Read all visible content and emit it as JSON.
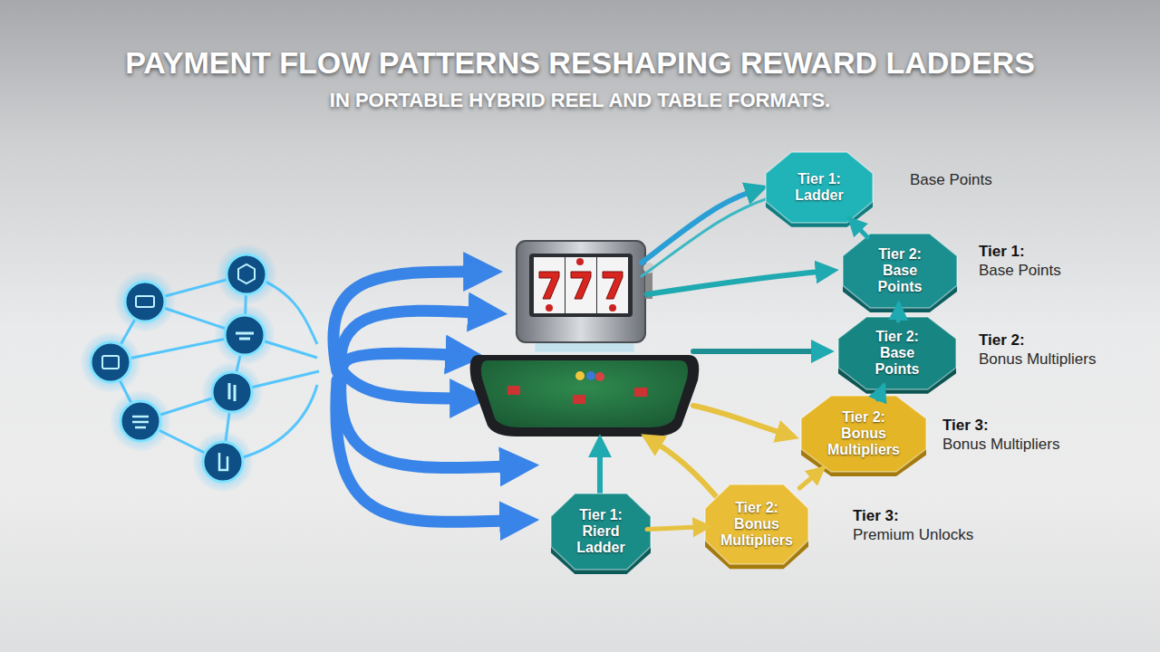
{
  "diagram": {
    "title": "PAYMENT FLOW PATTERNS RESHAPING REWARD LADDERS",
    "nodes": [
      {
        "text": [
          "Tier 1: Ladder"
        ]
      },
      {
        "text": [
          "Tier 2: Base Points"
        ]
      },
      {
        "text": [
          "Tier 2: Base Points"
        ]
      },
      {
        "text": [
          "Tier 2: Bonus Multipliers"
        ]
      },
      {
        "text": [
          "Tier 1: Rierd Ladder"
        ]
      },
      {
        "text": [
          "Tier 2: Bonus Multipliers"
        ]
      }
    ],
    "edges": [
      {
        "from": 2,
        "to": 1,
        "arrow": "to"
      },
      {
        "from": 1,
        "to": 0,
        "arrow": "to"
      },
      {
        "from": 3,
        "to": 2,
        "arrow": "to"
      },
      {
        "from": 5,
        "to": 3,
        "arrow": "to"
      },
      {
        "from": 4,
        "to": 5,
        "arrow": "to"
      }
    ],
    "labels": [
      "IN PORTABLE HYBRID REEL AND TABLE FORMATS.",
      "Base Points",
      "Tier 1:",
      "Base Points",
      "Tier 2:",
      "Bonus Multipliers",
      "Tier 3:",
      "Bonus Multipliers",
      "Tier 3:",
      "Premium Unlocks"
    ]
  }
}
